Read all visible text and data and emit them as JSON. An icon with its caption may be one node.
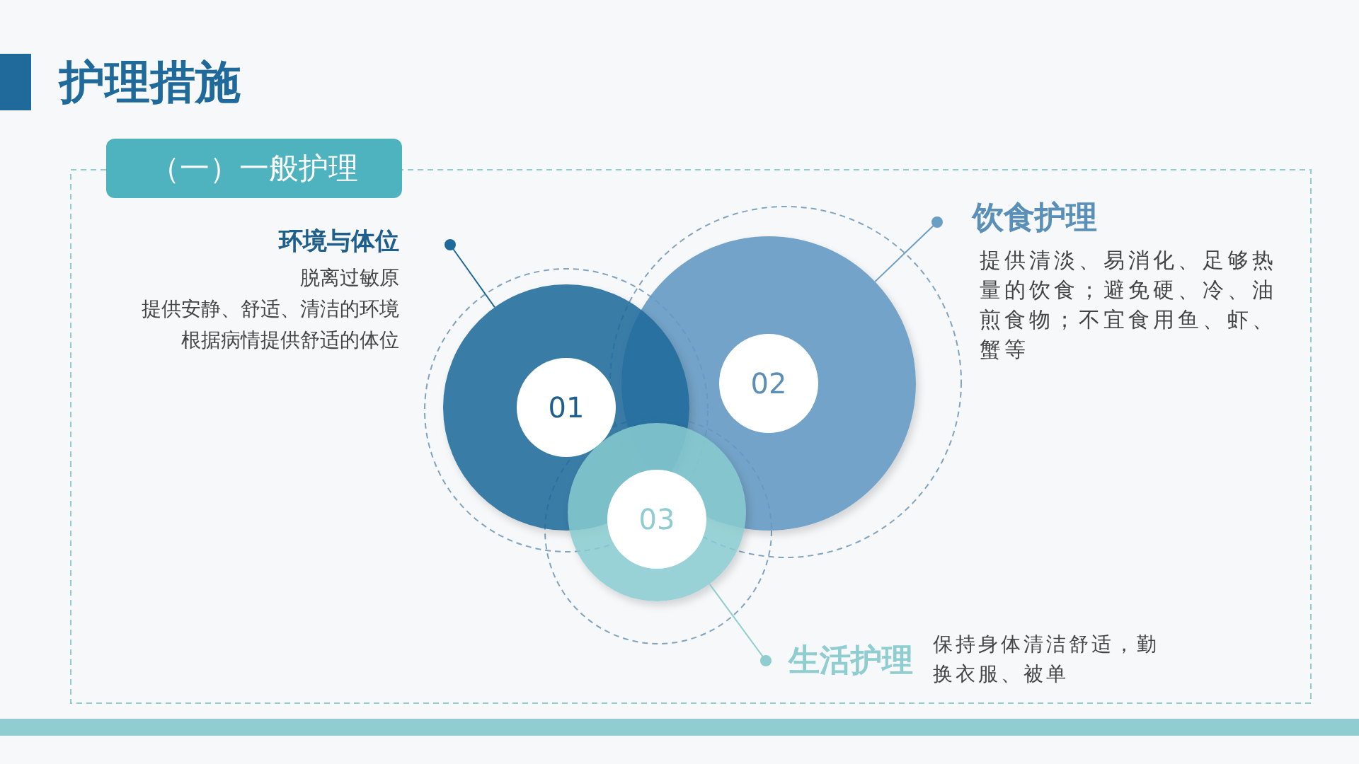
{
  "diagram": {
    "title": "护理措施",
    "nodes": [
      {
        "text": [
          "（一）一般护理"
        ]
      },
      {
        "text": [
          "环境与体位",
          "脱离过敏原",
          "提供安静、舒适、清洁的环境",
          "根据病情提供舒适的体位"
        ]
      },
      {
        "text": [
          "01"
        ]
      },
      {
        "text": [
          "02"
        ]
      },
      {
        "text": [
          "03"
        ]
      },
      {
        "text": [
          "饮食护理",
          "提供清淡、易消化、足够热量的饮食；避免硬、冷、油煎食物；不宜食用鱼、虾、蟹等"
        ]
      },
      {
        "text": [
          "生活护理",
          "保持身体清洁舒适，勤换衣服、被单"
        ]
      }
    ],
    "edges": [
      {
        "from": 1,
        "to": 2,
        "arrow": "other",
        "color": "#1f6a9a"
      },
      {
        "from": 5,
        "to": 3,
        "arrow": "other",
        "color": "#6a9ec5"
      },
      {
        "from": 6,
        "to": 4,
        "arrow": "other",
        "color": "#8fcdd0"
      }
    ]
  }
}
